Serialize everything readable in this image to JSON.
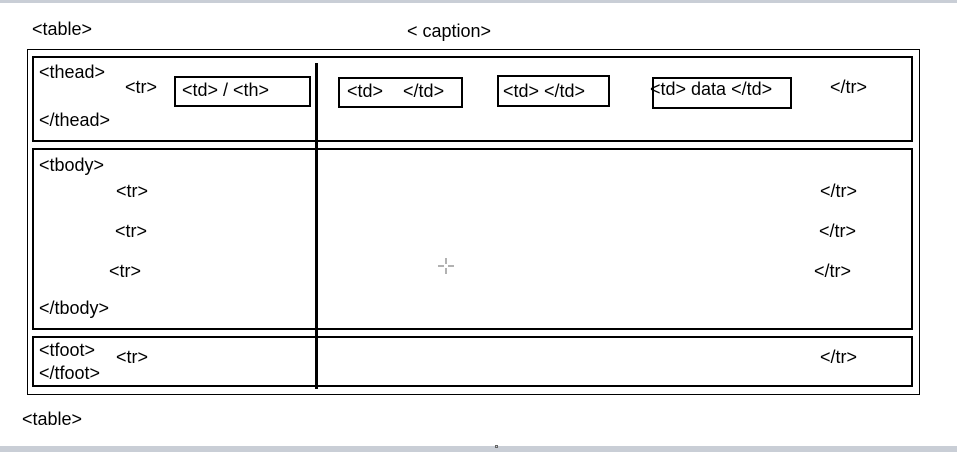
{
  "labels": {
    "table_open": "<table>",
    "caption": "< caption>",
    "thead_open": "<thead>",
    "thead_close": "</thead>",
    "thead_tr_open": "<tr>",
    "thead_tr_close": "</tr>",
    "cell_td_th": "<td> / <th>",
    "cell_td_1": "<td>    </td>",
    "cell_td_2": "<td> </td>",
    "cell_td_data": "<td> data </td>",
    "tbody_open": "<tbody>",
    "tbody_close": "</tbody>",
    "tbody_rows": [
      {
        "open": "<tr>",
        "close": "</tr>"
      },
      {
        "open": "<tr>",
        "close": "</tr>"
      },
      {
        "open": "<tr>",
        "close": "</tr>"
      }
    ],
    "tfoot_open": "<tfoot>",
    "tfoot_close": "</tfoot>",
    "tfoot_tr_open": "<tr>",
    "tfoot_tr_close": "</tr>",
    "table_close": "<table>"
  }
}
